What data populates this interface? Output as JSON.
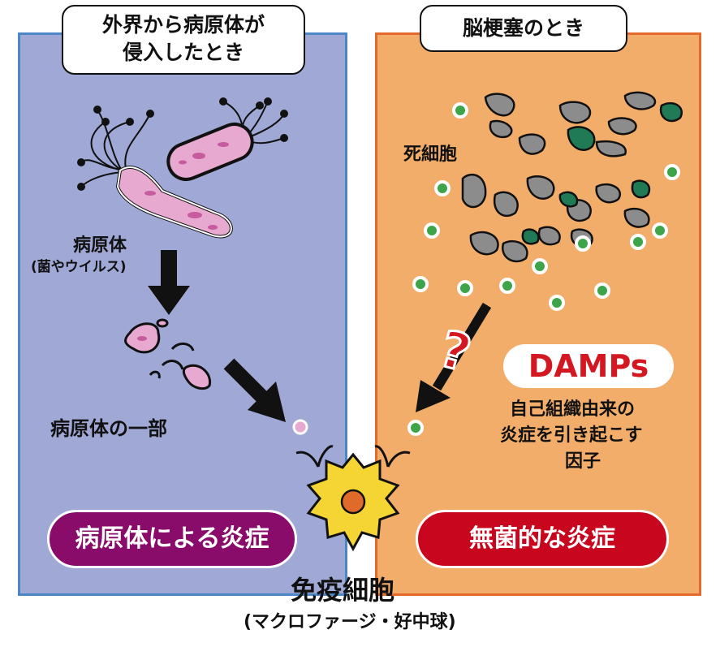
{
  "left": {
    "title_line1": "外界から病原体が",
    "title_line2": "侵入したとき",
    "pathogen_label": "病原体",
    "pathogen_sublabel": "(菌やウイルス)",
    "fragment_label": "病原体の一部",
    "result": "病原体による炎症"
  },
  "right": {
    "title": "脳梗塞のとき",
    "dead_cell_label": "死細胞",
    "damps": "DAMPs",
    "damps_desc_line1": "自己組織由来の",
    "damps_desc_line2": "炎症を引き起こす",
    "damps_desc_line3": "因子",
    "question_mark": "?",
    "result": "無菌的な炎症"
  },
  "immune": {
    "label": "免疫細胞",
    "sublabel": "(マクロファージ・好中球)"
  },
  "colors": {
    "left_panel": "#a0a8d6",
    "left_border": "#4c86c6",
    "right_panel": "#f3ad6a",
    "right_border": "#e36a2c",
    "left_pill": "#8a0c6a",
    "right_pill": "#c8061d",
    "damps_text": "#d31821",
    "pathogen_pink": "#e7a9d0",
    "dead_cell_gray": "#8c8c8c",
    "dead_cell_green": "#1f7a55",
    "damp_dot_green": "#3ea44a",
    "immune_cell_yellow": "#f4d533",
    "immune_core_orange": "#e06a2a"
  }
}
